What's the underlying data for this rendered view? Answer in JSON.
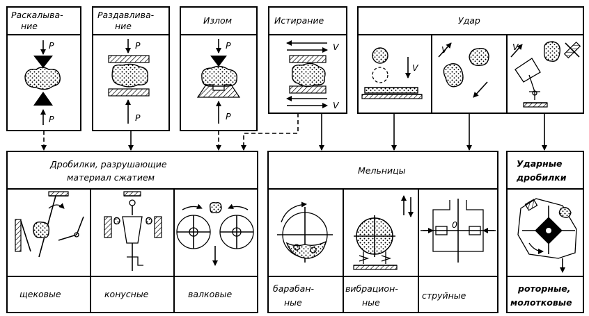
{
  "processes": [
    {
      "id": "splitting",
      "label": "Раскалыва-\nние",
      "force_labels": [
        "P",
        "P"
      ]
    },
    {
      "id": "crushing",
      "label": "Раздавлива-\nние",
      "force_labels": [
        "P",
        "P"
      ]
    },
    {
      "id": "breaking",
      "label": "Излом",
      "force_labels": [
        "P",
        "P"
      ]
    },
    {
      "id": "abrasion",
      "label": "Истирание",
      "velocity_labels": [
        "V",
        "V"
      ]
    },
    {
      "id": "impact",
      "label": "Удар",
      "velocity_labels": [
        "V",
        "V",
        "V"
      ]
    }
  ],
  "groups": [
    {
      "id": "compression",
      "title": "Дробилки, разрушающие\nматериал сжатием",
      "types": [
        "щековые",
        "конусные",
        "валковые"
      ]
    },
    {
      "id": "mills",
      "title": "Мельницы",
      "types": [
        "барабан-\nные",
        "вибрацион-\nные",
        "струйные"
      ],
      "jet_center_label": "0"
    },
    {
      "id": "impact_crushers",
      "title": "Ударные\nдробилки",
      "types": [
        "роторные,\nмолотковые"
      ]
    }
  ]
}
